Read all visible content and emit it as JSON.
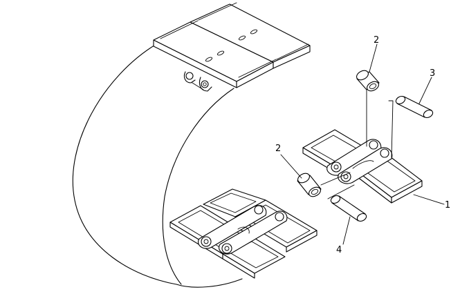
{
  "diagram": {
    "callouts": [
      {
        "id": "1",
        "label": "1"
      },
      {
        "id": "2a",
        "label": "2"
      },
      {
        "id": "2b",
        "label": "2"
      },
      {
        "id": "3",
        "label": "3"
      },
      {
        "id": "4",
        "label": "4"
      }
    ]
  }
}
